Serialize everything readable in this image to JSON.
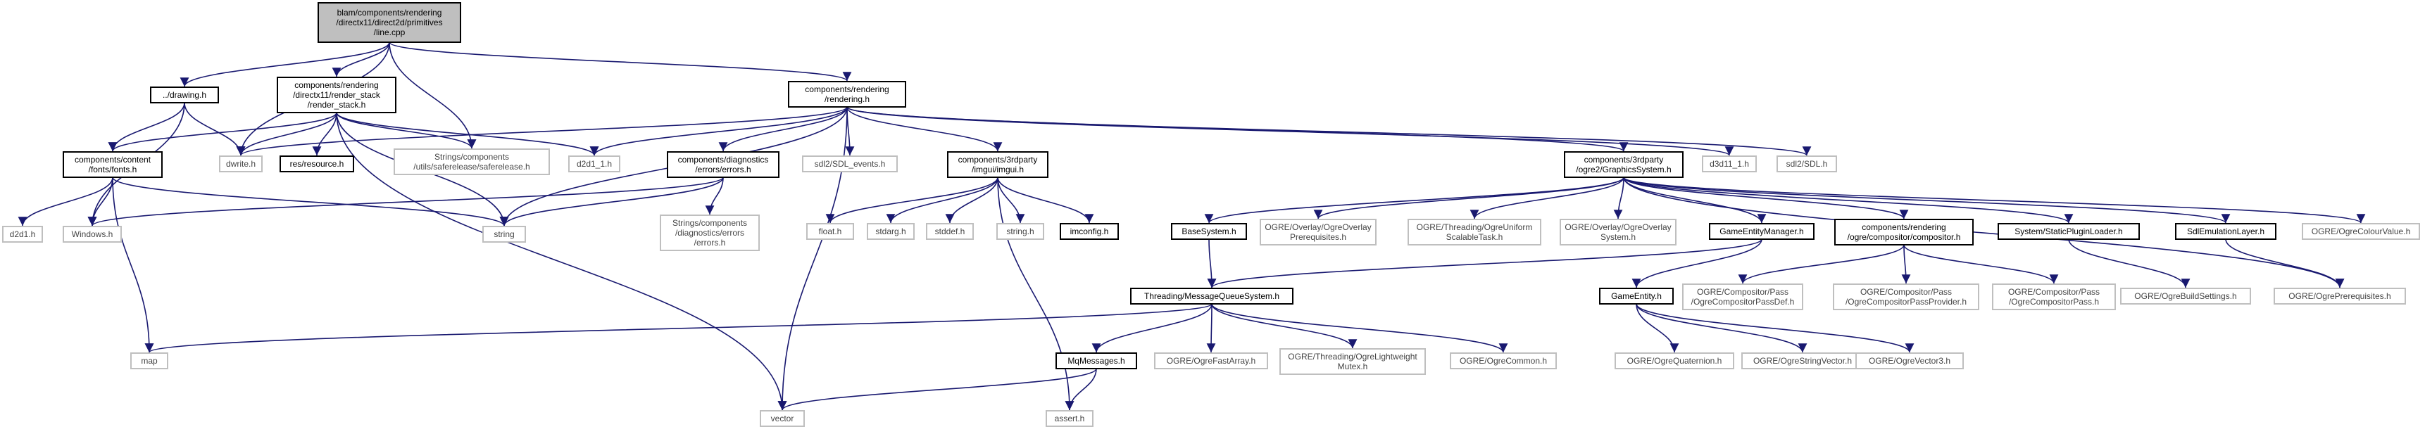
{
  "nodes": [
    {
      "id": "root",
      "kind": "root",
      "lines": [
        "blam/components/rendering",
        "/directx11/direct2d/primitives",
        "/line.cpp"
      ]
    },
    {
      "id": "drawing",
      "kind": "doc",
      "lines": [
        "../drawing.h"
      ]
    },
    {
      "id": "render_stack",
      "kind": "doc",
      "lines": [
        "components/rendering",
        "/directx11/render_stack",
        "/render_stack.h"
      ]
    },
    {
      "id": "rendering",
      "kind": "doc",
      "lines": [
        "components/rendering",
        "/rendering.h"
      ]
    },
    {
      "id": "fonts",
      "kind": "doc",
      "lines": [
        "components/content",
        "/fonts/fonts.h"
      ]
    },
    {
      "id": "dwrite",
      "kind": "ext",
      "lines": [
        "dwrite.h"
      ]
    },
    {
      "id": "resource",
      "kind": "doc",
      "lines": [
        "res/resource.h"
      ]
    },
    {
      "id": "safe_release",
      "kind": "ext",
      "lines": [
        "Strings/components",
        "/utils/saferelease/saferelease.h"
      ]
    },
    {
      "id": "d2d1_1",
      "kind": "ext",
      "lines": [
        "d2d1_1.h"
      ]
    },
    {
      "id": "errors",
      "kind": "doc",
      "lines": [
        "components/diagnostics",
        "/errors/errors.h"
      ]
    },
    {
      "id": "sdl_events",
      "kind": "ext",
      "lines": [
        "sdl2/SDL_events.h"
      ]
    },
    {
      "id": "imgui",
      "kind": "doc",
      "lines": [
        "components/3rdparty",
        "/imgui/imgui.h"
      ]
    },
    {
      "id": "graphics_system",
      "kind": "doc",
      "lines": [
        "components/3rdparty",
        "/ogre2/GraphicsSystem.h"
      ]
    },
    {
      "id": "d3d11_1",
      "kind": "ext",
      "lines": [
        "d3d11_1.h"
      ]
    },
    {
      "id": "sdl",
      "kind": "ext",
      "lines": [
        "sdl2/SDL.h"
      ]
    },
    {
      "id": "d2d1",
      "kind": "ext",
      "lines": [
        "d2d1.h"
      ]
    },
    {
      "id": "windows",
      "kind": "ext",
      "lines": [
        "Windows.h"
      ]
    },
    {
      "id": "string",
      "kind": "ext",
      "lines": [
        "string"
      ]
    },
    {
      "id": "strings_errors",
      "kind": "ext",
      "lines": [
        "Strings/components",
        "/diagnostics/errors",
        "/errors.h"
      ]
    },
    {
      "id": "float",
      "kind": "ext",
      "lines": [
        "float.h"
      ]
    },
    {
      "id": "stdarg",
      "kind": "ext",
      "lines": [
        "stdarg.h"
      ]
    },
    {
      "id": "stddef",
      "kind": "ext",
      "lines": [
        "stddef.h"
      ]
    },
    {
      "id": "string_h",
      "kind": "ext",
      "lines": [
        "string.h"
      ]
    },
    {
      "id": "imconfig",
      "kind": "doc",
      "lines": [
        "imconfig.h"
      ]
    },
    {
      "id": "base_system",
      "kind": "doc",
      "lines": [
        "BaseSystem.h"
      ]
    },
    {
      "id": "overlay_prereq",
      "kind": "ext",
      "lines": [
        "OGRE/Overlay/OgreOverlay",
        "Prerequisites.h"
      ]
    },
    {
      "id": "uniform_task",
      "kind": "ext",
      "lines": [
        "OGRE/Threading/OgreUniform",
        "ScalableTask.h"
      ]
    },
    {
      "id": "overlay_system",
      "kind": "ext",
      "lines": [
        "OGRE/Overlay/OgreOverlay",
        "System.h"
      ]
    },
    {
      "id": "game_entity_manager",
      "kind": "doc",
      "lines": [
        "GameEntityManager.h"
      ]
    },
    {
      "id": "compositor",
      "kind": "doc",
      "lines": [
        "components/rendering",
        "/ogre/compositor/compositor.h"
      ]
    },
    {
      "id": "static_plugin_loader",
      "kind": "doc",
      "lines": [
        "System/StaticPluginLoader.h"
      ]
    },
    {
      "id": "sdl_emulation",
      "kind": "doc",
      "lines": [
        "SdlEmulationLayer.h"
      ]
    },
    {
      "id": "colour_value",
      "kind": "ext",
      "lines": [
        "OGRE/OgreColourValue.h"
      ]
    },
    {
      "id": "mq_system",
      "kind": "doc",
      "lines": [
        "Threading/MessageQueueSystem.h"
      ]
    },
    {
      "id": "game_entity",
      "kind": "doc",
      "lines": [
        "GameEntity.h"
      ]
    },
    {
      "id": "pass_def",
      "kind": "ext",
      "lines": [
        "OGRE/Compositor/Pass",
        "/OgreCompositorPassDef.h"
      ]
    },
    {
      "id": "pass_provider",
      "kind": "ext",
      "lines": [
        "OGRE/Compositor/Pass",
        "/OgreCompositorPassProvider.h"
      ]
    },
    {
      "id": "pass",
      "kind": "ext",
      "lines": [
        "OGRE/Compositor/Pass",
        "/OgreCompositorPass.h"
      ]
    },
    {
      "id": "build_settings",
      "kind": "ext",
      "lines": [
        "OGRE/OgreBuildSettings.h"
      ]
    },
    {
      "id": "prerequisites",
      "kind": "ext",
      "lines": [
        "OGRE/OgrePrerequisites.h"
      ]
    },
    {
      "id": "map",
      "kind": "ext",
      "lines": [
        "map"
      ]
    },
    {
      "id": "mq_messages",
      "kind": "doc",
      "lines": [
        "MqMessages.h"
      ]
    },
    {
      "id": "fast_array",
      "kind": "ext",
      "lines": [
        "OGRE/OgreFastArray.h"
      ]
    },
    {
      "id": "lightweight_mutex",
      "kind": "ext",
      "lines": [
        "OGRE/Threading/OgreLightweight",
        "Mutex.h"
      ]
    },
    {
      "id": "ogre_common",
      "kind": "ext",
      "lines": [
        "OGRE/OgreCommon.h"
      ]
    },
    {
      "id": "quaternion",
      "kind": "ext",
      "lines": [
        "OGRE/OgreQuaternion.h"
      ]
    },
    {
      "id": "string_vector",
      "kind": "ext",
      "lines": [
        "OGRE/OgreStringVector.h"
      ]
    },
    {
      "id": "vector3",
      "kind": "ext",
      "lines": [
        "OGRE/OgreVector3.h"
      ]
    },
    {
      "id": "vector",
      "kind": "ext",
      "lines": [
        "vector"
      ]
    },
    {
      "id": "assert",
      "kind": "ext",
      "lines": [
        "assert.h"
      ]
    }
  ],
  "edges": [
    [
      "root",
      "drawing"
    ],
    [
      "root",
      "render_stack"
    ],
    [
      "root",
      "rendering"
    ],
    [
      "root",
      "dwrite"
    ],
    [
      "root",
      "safe_release"
    ],
    [
      "drawing",
      "fonts"
    ],
    [
      "drawing",
      "dwrite"
    ],
    [
      "drawing",
      "windows"
    ],
    [
      "render_stack",
      "fonts"
    ],
    [
      "render_stack",
      "dwrite"
    ],
    [
      "render_stack",
      "resource"
    ],
    [
      "render_stack",
      "safe_release"
    ],
    [
      "render_stack",
      "d2d1_1"
    ],
    [
      "render_stack",
      "string"
    ],
    [
      "render_stack",
      "vector"
    ],
    [
      "rendering",
      "dwrite"
    ],
    [
      "rendering",
      "d2d1_1"
    ],
    [
      "rendering",
      "errors"
    ],
    [
      "rendering",
      "sdl_events"
    ],
    [
      "rendering",
      "imgui"
    ],
    [
      "rendering",
      "graphics_system"
    ],
    [
      "rendering",
      "d3d11_1"
    ],
    [
      "rendering",
      "sdl"
    ],
    [
      "rendering",
      "string"
    ],
    [
      "rendering",
      "vector"
    ],
    [
      "fonts",
      "d2d1"
    ],
    [
      "fonts",
      "windows"
    ],
    [
      "fonts",
      "string"
    ],
    [
      "fonts",
      "map"
    ],
    [
      "errors",
      "windows"
    ],
    [
      "errors",
      "string"
    ],
    [
      "errors",
      "strings_errors"
    ],
    [
      "imgui",
      "float"
    ],
    [
      "imgui",
      "stdarg"
    ],
    [
      "imgui",
      "stddef"
    ],
    [
      "imgui",
      "string_h"
    ],
    [
      "imgui",
      "imconfig"
    ],
    [
      "imgui",
      "assert"
    ],
    [
      "graphics_system",
      "base_system"
    ],
    [
      "graphics_system",
      "overlay_prereq"
    ],
    [
      "graphics_system",
      "uniform_task"
    ],
    [
      "graphics_system",
      "overlay_system"
    ],
    [
      "graphics_system",
      "game_entity_manager"
    ],
    [
      "graphics_system",
      "compositor"
    ],
    [
      "graphics_system",
      "static_plugin_loader"
    ],
    [
      "graphics_system",
      "sdl_emulation"
    ],
    [
      "graphics_system",
      "colour_value"
    ],
    [
      "graphics_system",
      "prerequisites"
    ],
    [
      "base_system",
      "mq_system"
    ],
    [
      "game_entity_manager",
      "mq_system"
    ],
    [
      "game_entity_manager",
      "game_entity"
    ],
    [
      "compositor",
      "pass_def"
    ],
    [
      "compositor",
      "pass_provider"
    ],
    [
      "compositor",
      "pass"
    ],
    [
      "static_plugin_loader",
      "build_settings"
    ],
    [
      "sdl_emulation",
      "prerequisites"
    ],
    [
      "mq_system",
      "map"
    ],
    [
      "mq_system",
      "mq_messages"
    ],
    [
      "mq_system",
      "fast_array"
    ],
    [
      "mq_system",
      "lightweight_mutex"
    ],
    [
      "mq_system",
      "ogre_common"
    ],
    [
      "game_entity",
      "quaternion"
    ],
    [
      "game_entity",
      "string_vector"
    ],
    [
      "game_entity",
      "vector3"
    ],
    [
      "mq_messages",
      "vector"
    ],
    [
      "mq_messages",
      "assert"
    ]
  ]
}
